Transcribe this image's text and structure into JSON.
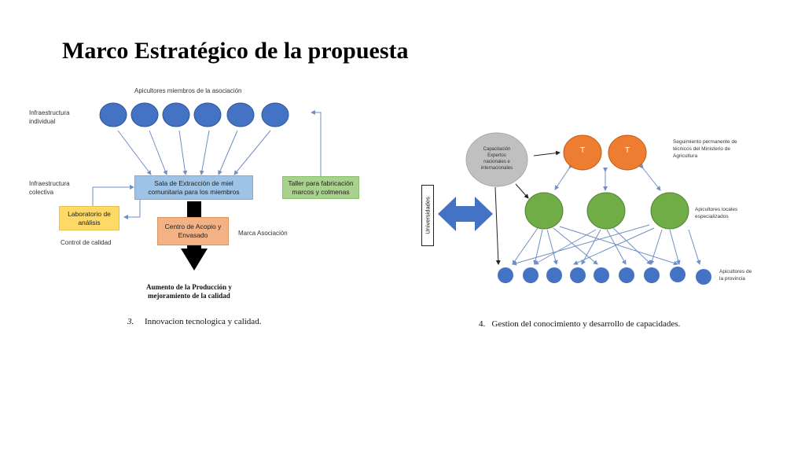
{
  "slide": {
    "title": "Marco Estratégico de la propuesta"
  },
  "colors": {
    "blue": "#4472c4",
    "orange": "#ed7d31",
    "green": "#70ad47",
    "gray": "#c0c0c0",
    "lightblue": "#9dc3e6",
    "lightgreen": "#a9d18e",
    "yellow": "#ffd966",
    "salmon": "#f4b183"
  },
  "left_diagram": {
    "members_label": "Apicultores miembros de la asociación",
    "infra_individual": "Infraestructura\nindividual",
    "infra_colectiva": "Infraestructura\ncolectiva",
    "sala": "Sala de Extracción de miel\ncomunitaria para los miembros",
    "taller": "Taller para fabricación\nmarcos y colmenas",
    "laboratorio": "Laboratorio de\nanálisis",
    "control": "Control de calidad",
    "acopio": "Centro de Acopio y\nEnvasado",
    "marca": "Marca Asociación",
    "aumento": "Aumento de la Producción y\nmejoramiento de la calidad",
    "caption_number": "3.",
    "caption_text": "Innovacion tecnologica y calidad."
  },
  "right_diagram": {
    "capacitacion": "Capacitación\nExpertos\nnacionales e\ninternacionales",
    "t_label": "T",
    "seguimiento": "Seguimiento permanente de\ntécnicos del Ministerio de\nAgricultura",
    "locales": "Apicultores locales\nespecializados",
    "provincia": "Apicultores de\nla provincia",
    "universidades": "Universidades",
    "caption": "4.   Gestion del conocimiento y desarrollo de capacidades."
  }
}
